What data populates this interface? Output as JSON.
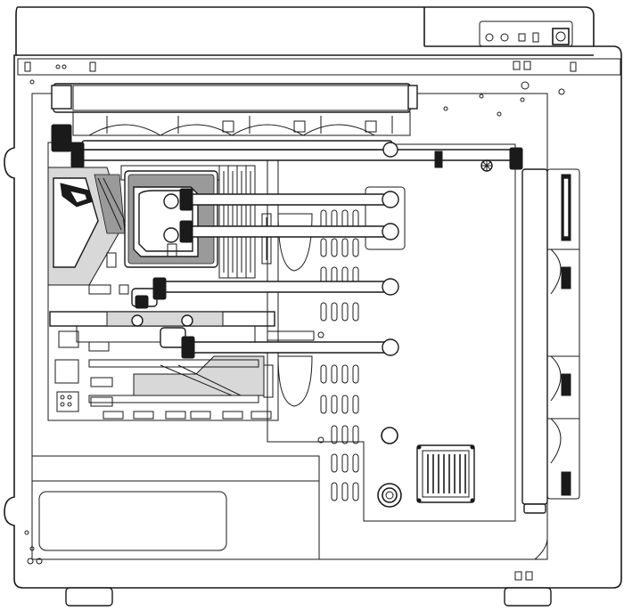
{
  "title": "",
  "colors": {
    "line": "#1a1a1a",
    "fill": "#ffffff",
    "shade": "#9a9a9a"
  },
  "icons": [
    "rog-eye-logo",
    "reservoir-fitting",
    "rotary-fitting"
  ]
}
